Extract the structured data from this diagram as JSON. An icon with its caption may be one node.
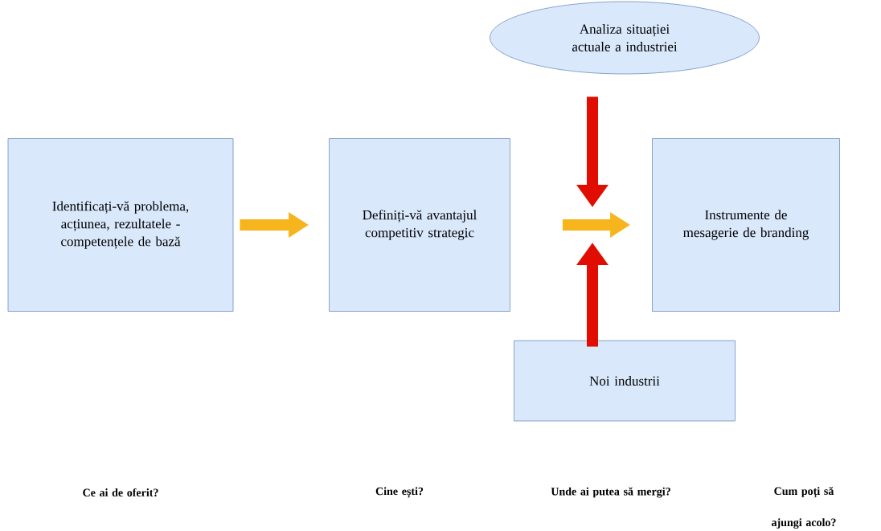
{
  "diagram": {
    "nodes": [
      {
        "text": [
          "Analiza situației actuale a industriei"
        ]
      },
      {
        "text": [
          "Identificați-vă problema, acțiunea, rezultatele - competențele de bază"
        ]
      },
      {
        "text": [
          "Definiți-vă avantajul competitiv strategic"
        ]
      },
      {
        "text": [
          "Instrumente de mesagerie de branding"
        ]
      },
      {
        "text": [
          "Noi industrii"
        ]
      }
    ],
    "edges": [
      {
        "from": 1,
        "to": 2,
        "arrow": "to"
      },
      {
        "from": 2,
        "to": 3,
        "arrow": "to"
      },
      {
        "from": 0,
        "to": null,
        "arrow": "to",
        "color": "#e00d00"
      },
      {
        "from": 4,
        "to": null,
        "arrow": "to",
        "color": "#e00d00"
      }
    ],
    "labels": [
      "Ce ai de oferit?",
      "Cine ești?",
      "Unde ai putea să mergi?",
      "Cum poți să ajungi acolo?"
    ]
  }
}
